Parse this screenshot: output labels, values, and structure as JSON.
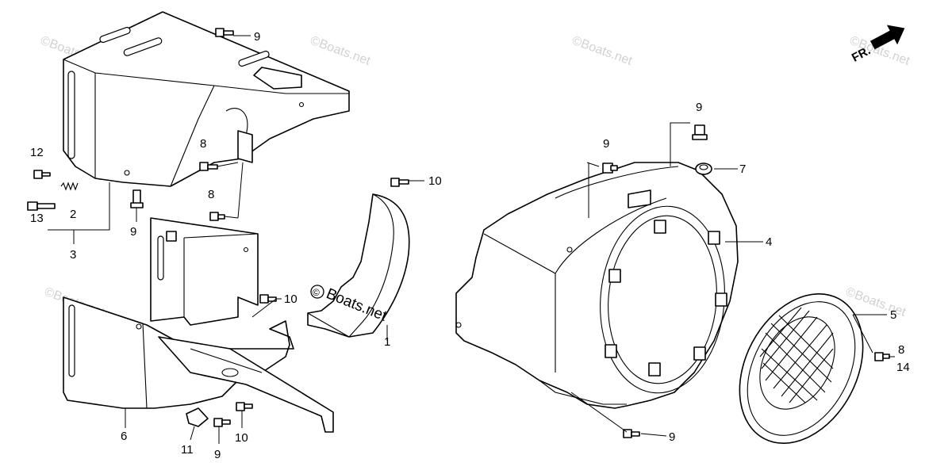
{
  "callouts": {
    "c1": "1",
    "c2": "2",
    "c3": "3",
    "c4": "4",
    "c5": "5",
    "c6": "6",
    "c7": "7",
    "c8a": "8",
    "c8b": "8",
    "c8c": "8",
    "c9a": "9",
    "c9b": "9",
    "c9c": "9",
    "c9d": "9",
    "c9e": "9",
    "c9f": "9",
    "c10a": "10",
    "c10b": "10",
    "c10c": "10",
    "c11": "11",
    "c12": "12",
    "c13": "13",
    "c14": "14"
  },
  "watermark": {
    "text": "©Boats.net",
    "center_text": "Boats.net",
    "center_symbol": "©"
  },
  "direction_indicator": {
    "label": "FR.",
    "icon": "arrow-icon"
  }
}
